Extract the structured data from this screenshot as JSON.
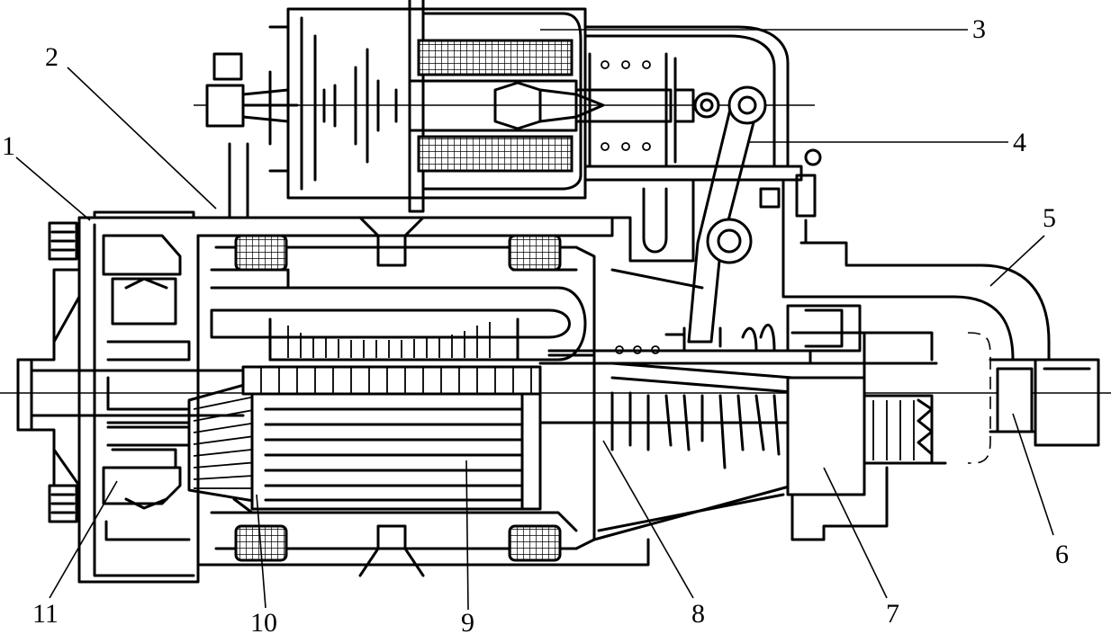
{
  "callouts": [
    {
      "id": "1",
      "text": "1"
    },
    {
      "id": "2",
      "text": "2"
    },
    {
      "id": "3",
      "text": "3"
    },
    {
      "id": "4",
      "text": "4"
    },
    {
      "id": "5",
      "text": "5"
    },
    {
      "id": "6",
      "text": "6"
    },
    {
      "id": "7",
      "text": "7"
    },
    {
      "id": "8",
      "text": "8"
    },
    {
      "id": "9",
      "text": "9"
    },
    {
      "id": "10",
      "text": "10"
    },
    {
      "id": "11",
      "text": "11"
    }
  ],
  "colors": {
    "line": "#000000",
    "background": "#ffffff"
  }
}
